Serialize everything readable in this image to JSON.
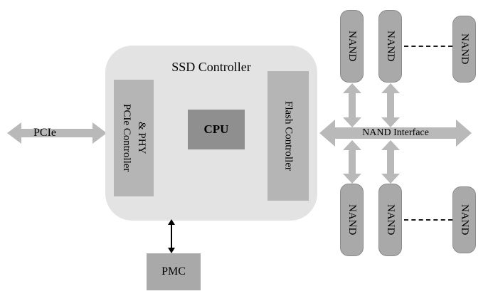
{
  "diagram": {
    "title": "SSD Controller",
    "blocks": {
      "pcie_phy": "PCIe Controller\n& PHY",
      "cpu": "CPU",
      "flash_controller": "Flash Controller",
      "pmc": "PMC"
    },
    "buses": {
      "pcie": "PCIe",
      "nand_interface": "NAND Interface"
    },
    "nand_top": [
      "NAND",
      "NAND",
      "NAND"
    ],
    "nand_bottom": [
      "NAND",
      "NAND",
      "NAND"
    ],
    "colors": {
      "container": "#e3e3e3",
      "block": "#b5b5b5",
      "cpu": "#8f8f8f",
      "nand": "#a9a9a9",
      "arrow": "#b9b9b9"
    }
  }
}
